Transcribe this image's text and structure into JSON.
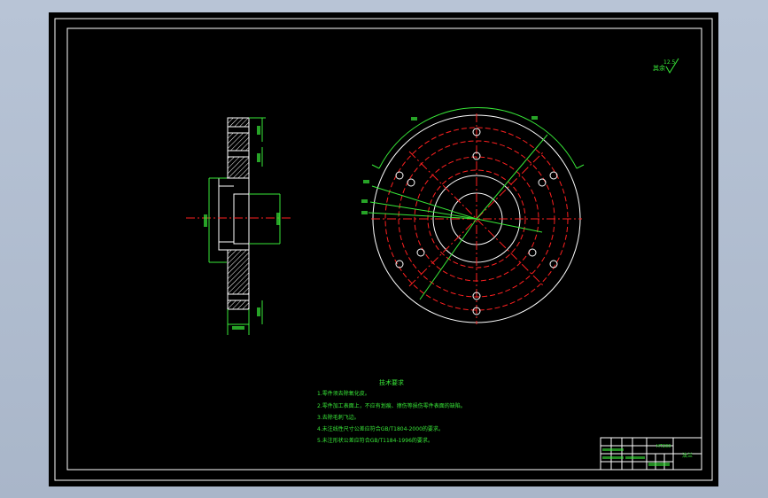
{
  "drawing": {
    "roughness_note": "其余",
    "roughness_value": "12.5",
    "requirements_title": "技术要求",
    "requirements": [
      "1.零件须去除氧化皮。",
      "2.零件加工表面上，不应有划痕、擦伤等损伤零件表面的缺陷。",
      "3.去除毛刺飞边。",
      "4.未注线性尺寸公差应符合GB/T1804-2000的要求。",
      "5.未注形状公差应符合GB/T1184-1996的要求。"
    ],
    "title_block": {
      "part_name": "法兰",
      "material": "HT200"
    }
  },
  "colors": {
    "background": "#000000",
    "frame": "#ffffff",
    "dimension": "#38e838",
    "center_line": "#ff2020",
    "hatch": "#ffffff"
  }
}
